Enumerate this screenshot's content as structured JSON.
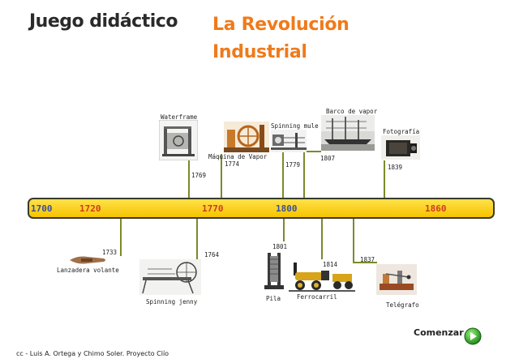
{
  "header": {
    "game_title": "Juego didáctico",
    "topic_line1": "La Revolución",
    "topic_line2": "Industrial"
  },
  "timeline": {
    "years": [
      {
        "label": "1700",
        "color": "#3a4f9a"
      },
      {
        "label": "1720",
        "color": "#d13a20"
      },
      {
        "label": "1770",
        "color": "#d13a20"
      },
      {
        "label": "1800",
        "color": "#3a4f9a"
      },
      {
        "label": "1860",
        "color": "#d13a20"
      }
    ],
    "bar_color": "#f6c400"
  },
  "inventions_top": [
    {
      "name": "Waterframe",
      "year": "1769",
      "icon": "waterframe-picture"
    },
    {
      "name": "Máquina de Vapor",
      "year": "1774",
      "icon": "steam-engine-picture"
    },
    {
      "name": "Spinning mule",
      "year": "1779",
      "icon": "spinning-mule-picture"
    },
    {
      "name": "Barco de vapor",
      "year": "1807",
      "icon": "steamboat-picture"
    },
    {
      "name": "Fotografía",
      "year": "1839",
      "icon": "camera-picture"
    }
  ],
  "inventions_bottom": [
    {
      "name": "Lanzadera volante",
      "year": "1733",
      "icon": "flying-shuttle-picture"
    },
    {
      "name": "Spinning jenny",
      "year": "1764",
      "icon": "spinning-jenny-picture"
    },
    {
      "name": "Pila",
      "year": "1801",
      "icon": "battery-picture"
    },
    {
      "name": "Ferrocarril",
      "year": "1814",
      "icon": "locomotive-picture"
    },
    {
      "name": "Telégrafo",
      "year": "1837",
      "icon": "telegraph-picture"
    }
  ],
  "actions": {
    "start_label": "Comenzar",
    "start_icon": "play-arrow-icon"
  },
  "footer": {
    "credits": "cc - Luis A. Ortega y Chimo Soler.  Proyecto Clío"
  }
}
